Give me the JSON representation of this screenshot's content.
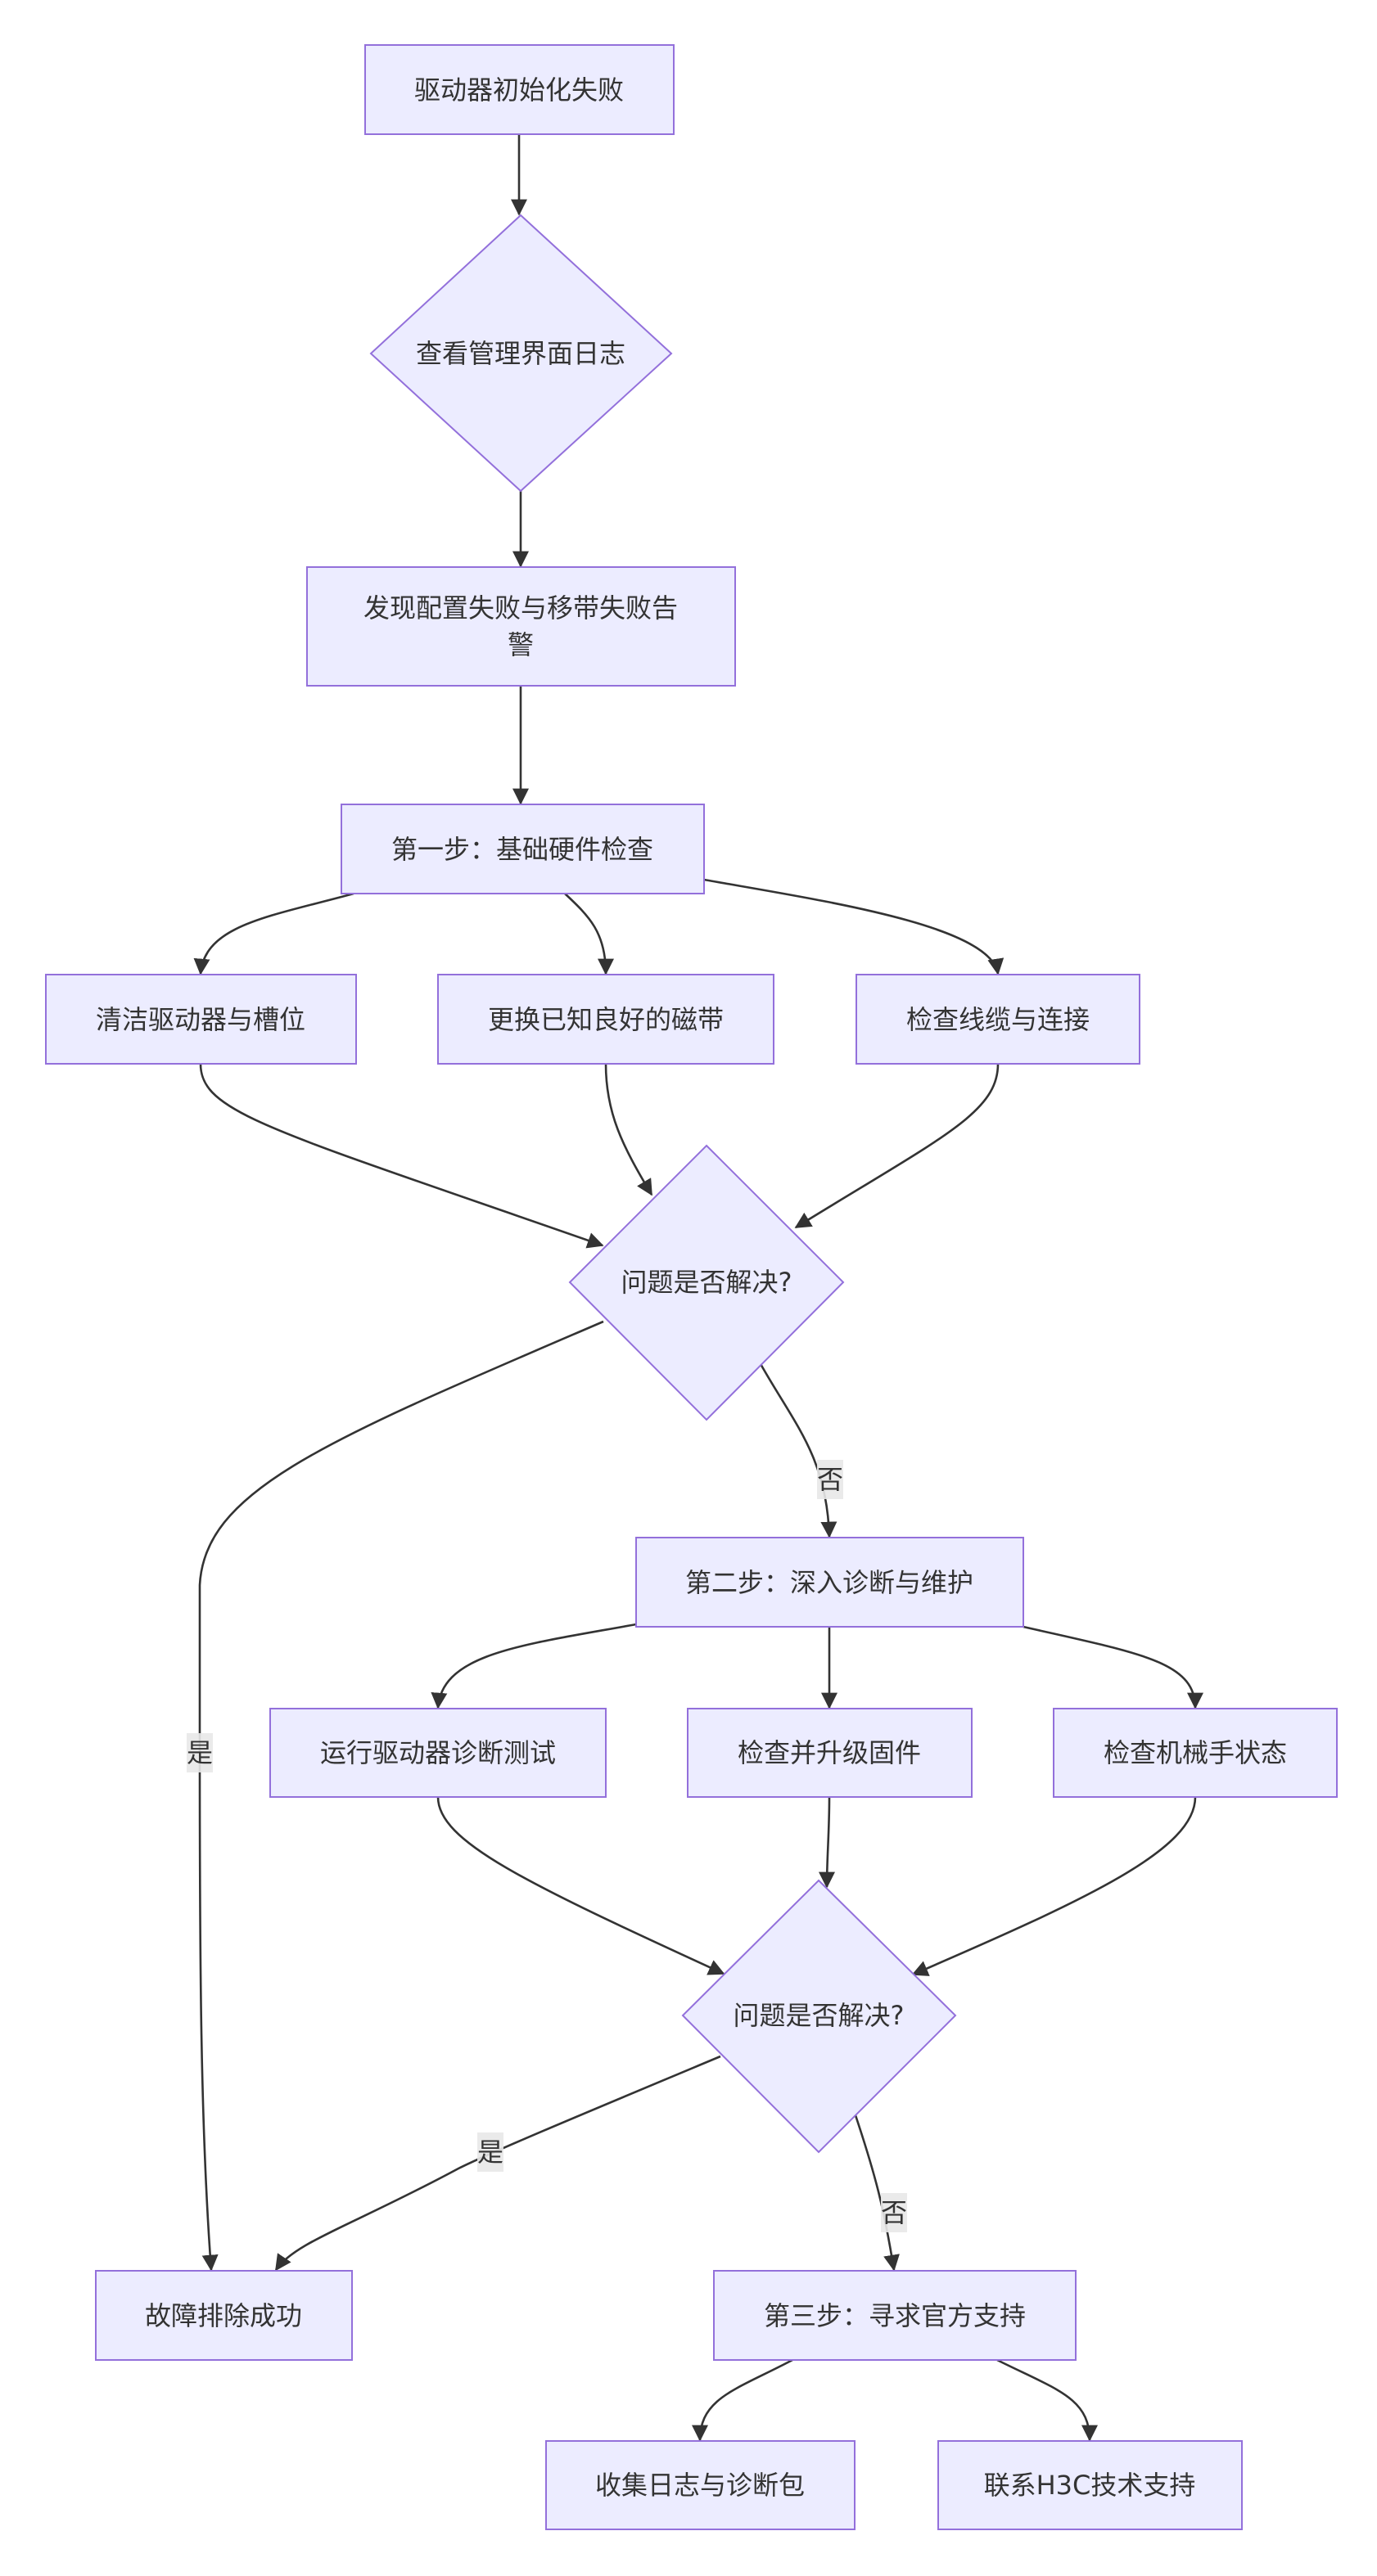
{
  "diagram": {
    "type": "flowchart",
    "direction": "top-down",
    "colors": {
      "node_fill": "#ECECFF",
      "node_stroke": "#9370DB",
      "edge": "#333333",
      "label_bg": "#e8e8e8",
      "text": "#333333"
    },
    "nodes": {
      "start": {
        "label": "驱动器初始化失败",
        "shape": "rect"
      },
      "check_log": {
        "label": "查看管理界面日志",
        "shape": "diamond"
      },
      "found_alarm": {
        "label_line1": "发现配置失败与移带失败告",
        "label_line2": "警",
        "shape": "rect"
      },
      "step1": {
        "label": "第一步：基础硬件检查",
        "shape": "rect"
      },
      "clean": {
        "label": "清洁驱动器与槽位",
        "shape": "rect"
      },
      "replace_tape": {
        "label": "更换已知良好的磁带",
        "shape": "rect"
      },
      "check_cable": {
        "label": "检查线缆与连接",
        "shape": "rect"
      },
      "decision1": {
        "label": "问题是否解决?",
        "shape": "diamond"
      },
      "step2": {
        "label": "第二步：深入诊断与维护",
        "shape": "rect"
      },
      "run_diag": {
        "label": "运行驱动器诊断测试",
        "shape": "rect"
      },
      "upgrade_fw": {
        "label": "检查并升级固件",
        "shape": "rect"
      },
      "check_robot": {
        "label": "检查机械手状态",
        "shape": "rect"
      },
      "decision2": {
        "label": "问题是否解决?",
        "shape": "diamond"
      },
      "success": {
        "label": "故障排除成功",
        "shape": "rect"
      },
      "step3": {
        "label": "第三步：寻求官方支持",
        "shape": "rect"
      },
      "collect_logs": {
        "label": "收集日志与诊断包",
        "shape": "rect"
      },
      "contact_h3c": {
        "label": "联系H3C技术支持",
        "shape": "rect"
      }
    },
    "edges": [
      {
        "from": "start",
        "to": "check_log",
        "label": ""
      },
      {
        "from": "check_log",
        "to": "found_alarm",
        "label": ""
      },
      {
        "from": "found_alarm",
        "to": "step1",
        "label": ""
      },
      {
        "from": "step1",
        "to": "clean",
        "label": ""
      },
      {
        "from": "step1",
        "to": "replace_tape",
        "label": ""
      },
      {
        "from": "step1",
        "to": "check_cable",
        "label": ""
      },
      {
        "from": "clean",
        "to": "decision1",
        "label": ""
      },
      {
        "from": "replace_tape",
        "to": "decision1",
        "label": ""
      },
      {
        "from": "check_cable",
        "to": "decision1",
        "label": ""
      },
      {
        "from": "decision1",
        "to": "success",
        "label": "是"
      },
      {
        "from": "decision1",
        "to": "step2",
        "label": "否"
      },
      {
        "from": "step2",
        "to": "run_diag",
        "label": ""
      },
      {
        "from": "step2",
        "to": "upgrade_fw",
        "label": ""
      },
      {
        "from": "step2",
        "to": "check_robot",
        "label": ""
      },
      {
        "from": "run_diag",
        "to": "decision2",
        "label": ""
      },
      {
        "from": "upgrade_fw",
        "to": "decision2",
        "label": ""
      },
      {
        "from": "check_robot",
        "to": "decision2",
        "label": ""
      },
      {
        "from": "decision2",
        "to": "success",
        "label": "是"
      },
      {
        "from": "decision2",
        "to": "step3",
        "label": "否"
      },
      {
        "from": "step3",
        "to": "collect_logs",
        "label": ""
      },
      {
        "from": "step3",
        "to": "contact_h3c",
        "label": ""
      }
    ],
    "edge_labels": {
      "d1_yes": "是",
      "d1_no": "否",
      "d2_yes": "是",
      "d2_no": "否"
    }
  }
}
